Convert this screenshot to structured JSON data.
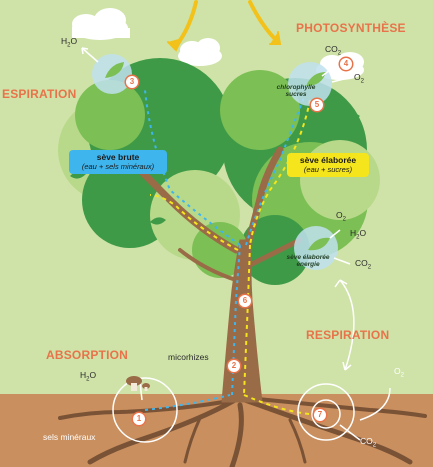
{
  "titles": {
    "photosynthese": "PHOTOSYNTHÈSE",
    "respiration_top": "ESPIRATION",
    "respiration_bottom": "RESPIRATION",
    "absorption": "ABSORPTION"
  },
  "labels": {
    "h2o_top": "H",
    "h2o_top_sub": "2",
    "h2o_top_end": "O",
    "co2_top": "CO",
    "co2_top_sub": "2",
    "o2_top": "O",
    "o2_top_sub": "2",
    "chlorophylle": "chlorophylle",
    "sucres": "sucres",
    "o2_mid": "O",
    "o2_mid_sub": "2",
    "h2o_mid": "H",
    "h2o_mid_sub": "2",
    "h2o_mid_end": "O",
    "seve_elaboree_small": "sève élaborée",
    "energie": "énergie",
    "co2_mid": "CO",
    "co2_mid_sub": "2",
    "h2o_ground": "H",
    "h2o_ground_sub": "2",
    "h2o_ground_end": "O",
    "micorhizes": "micorhizes",
    "sels_mineraux": "sels minéraux",
    "o2_ground": "O",
    "o2_ground_sub": "2",
    "co2_ground": "CO",
    "co2_ground_sub": "2"
  },
  "badges": {
    "seve_brute_title": "sève brute",
    "seve_brute_sub": "(eau + sels minéraux)",
    "seve_elaboree_title": "sève élaborée",
    "seve_elaboree_sub": "(eau + sucres)"
  },
  "steps": [
    "1",
    "2",
    "3",
    "4",
    "5",
    "6",
    "7"
  ],
  "colors": {
    "sky": "#cfe3a8",
    "ground": "#c98f5e",
    "trunk": "#9a6b47",
    "leaf_dark": "#3f9a47",
    "leaf_mid": "#7cbf55",
    "leaf_light": "#b8d98a",
    "accent_orange": "#e8734a",
    "sap_blue": "#3fb5ee",
    "sap_yellow": "#f4e51c",
    "sun_arrow": "#f2c21b"
  },
  "icons": [
    "sun-ray-arrow",
    "cloud-icon",
    "leaf-icon",
    "mushroom-icon"
  ]
}
